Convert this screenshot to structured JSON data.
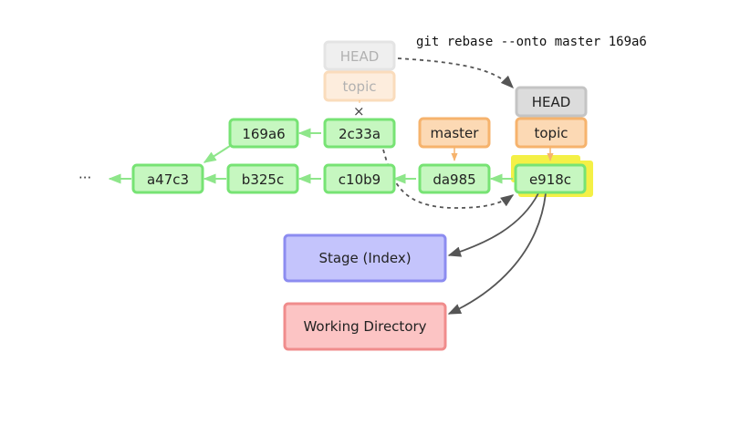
{
  "command": "git rebase --onto master 169a6",
  "ellipsis": "···",
  "commits": {
    "a47c3": "a47c3",
    "b325c": "b325c",
    "c10b9": "c10b9",
    "da985": "da985",
    "e918c": "e918c",
    "169a6": "169a6",
    "2c33a": "2c33a"
  },
  "refs": {
    "old_head": "HEAD",
    "old_topic": "topic",
    "master": "master",
    "head": "HEAD",
    "topic": "topic"
  },
  "removed_mark": "×",
  "areas": {
    "stage": "Stage (Index)",
    "working_directory": "Working Directory"
  },
  "colors": {
    "commit_fill": "#c6f7c0",
    "commit_stroke": "#77e374",
    "branch_fill": "#fcd9b4",
    "branch_stroke": "#f6b36d",
    "head_fill": "#dcdcdc",
    "head_stroke": "#c4c4c4",
    "stage_fill": "#c4c4fc",
    "stage_stroke": "#8c8cf0",
    "wd_fill": "#fcc4c4",
    "wd_stroke": "#f08c8c",
    "highlight": "#f4f046"
  }
}
